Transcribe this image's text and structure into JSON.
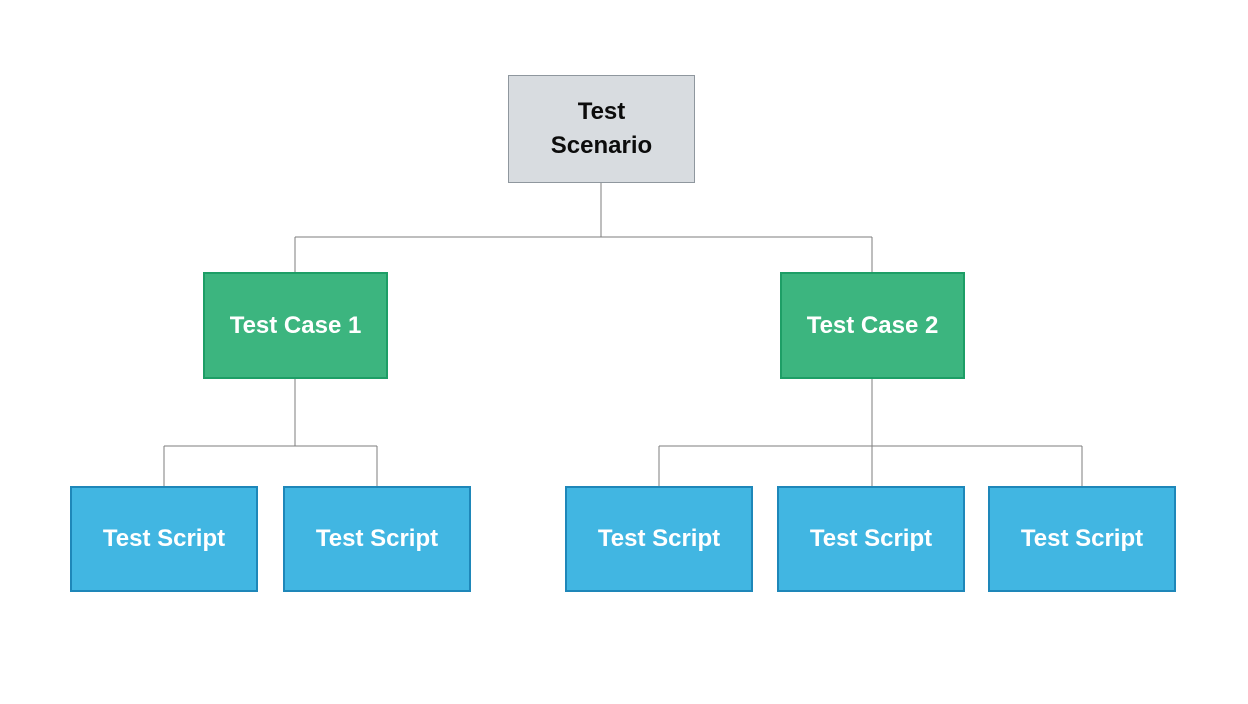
{
  "diagram": {
    "type": "hierarchy-tree",
    "root": {
      "label": "Test Scenario"
    },
    "cases": [
      {
        "label": "Test Case 1",
        "children_count": 2
      },
      {
        "label": "Test Case 2",
        "children_count": 3
      }
    ],
    "scripts": [
      {
        "label": "Test Script",
        "parent": "Test Case 1"
      },
      {
        "label": "Test Script",
        "parent": "Test Case 1"
      },
      {
        "label": "Test Script",
        "parent": "Test Case 2"
      },
      {
        "label": "Test Script",
        "parent": "Test Case 2"
      },
      {
        "label": "Test Script",
        "parent": "Test Case 2"
      }
    ],
    "colors": {
      "background": "#ffffff",
      "scenario_fill": "#d8dce0",
      "scenario_border": "#8f979e",
      "scenario_text": "#0c0c0c",
      "case_fill": "#3cb57f",
      "case_border": "#1d9e66",
      "script_fill": "#41b6e2",
      "script_border": "#1e87b9",
      "node_text": "#ffffff",
      "connector": "#7d7d7d"
    }
  }
}
